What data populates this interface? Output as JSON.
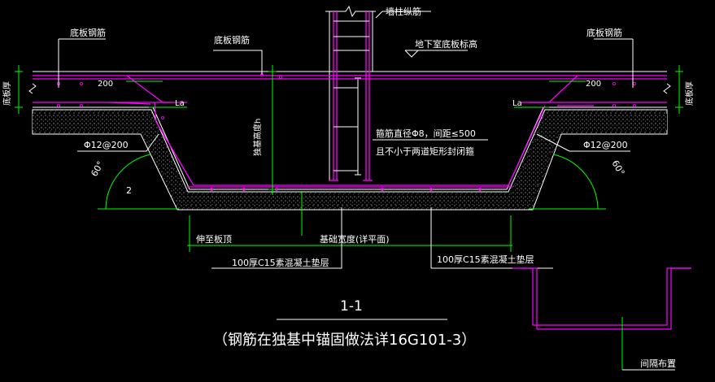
{
  "labels": {
    "bottom_rebar_left": "底板钢筋",
    "bottom_rebar_mid": "底板钢筋",
    "bottom_rebar_right": "底板钢筋",
    "wall_col_rebar": "墙柱纵筋",
    "basement_floor_elev": "地下室底板标高",
    "slab_thickness_left": "底板厚",
    "slab_thickness_right": "底板厚",
    "dim_200_left": "200",
    "dim_200_right": "200",
    "la_left": "La",
    "la_right": "La",
    "rebar_spec_left": "Φ12@200",
    "rebar_spec_right": "Φ12@200",
    "angle_left": "60°",
    "angle_right": "60°",
    "num_2": "2",
    "foundation_height": "独基高度h",
    "stirrup_note_1": "箍筋直径Φ8，间距≤500",
    "stirrup_note_2": "且不小于两道矩形封闭箍",
    "extend_to_top": "伸至板顶",
    "foundation_width": "基础宽度(详平面)",
    "c15_left": "100厚C15素混凝土垫层",
    "c15_right": "100厚C15素混凝土垫层",
    "section_title": "1-1",
    "section_subtitle": "（钢筋在独基中锚固做法详16G101-3）",
    "spacing_note": "间隔布置"
  },
  "colors": {
    "background": "#000000",
    "rebar": "#ff00ff",
    "concrete_outline": "#ffffff",
    "dimension": "#00ff00",
    "leader": "#ffffff",
    "column_outline": "#ffffff"
  }
}
